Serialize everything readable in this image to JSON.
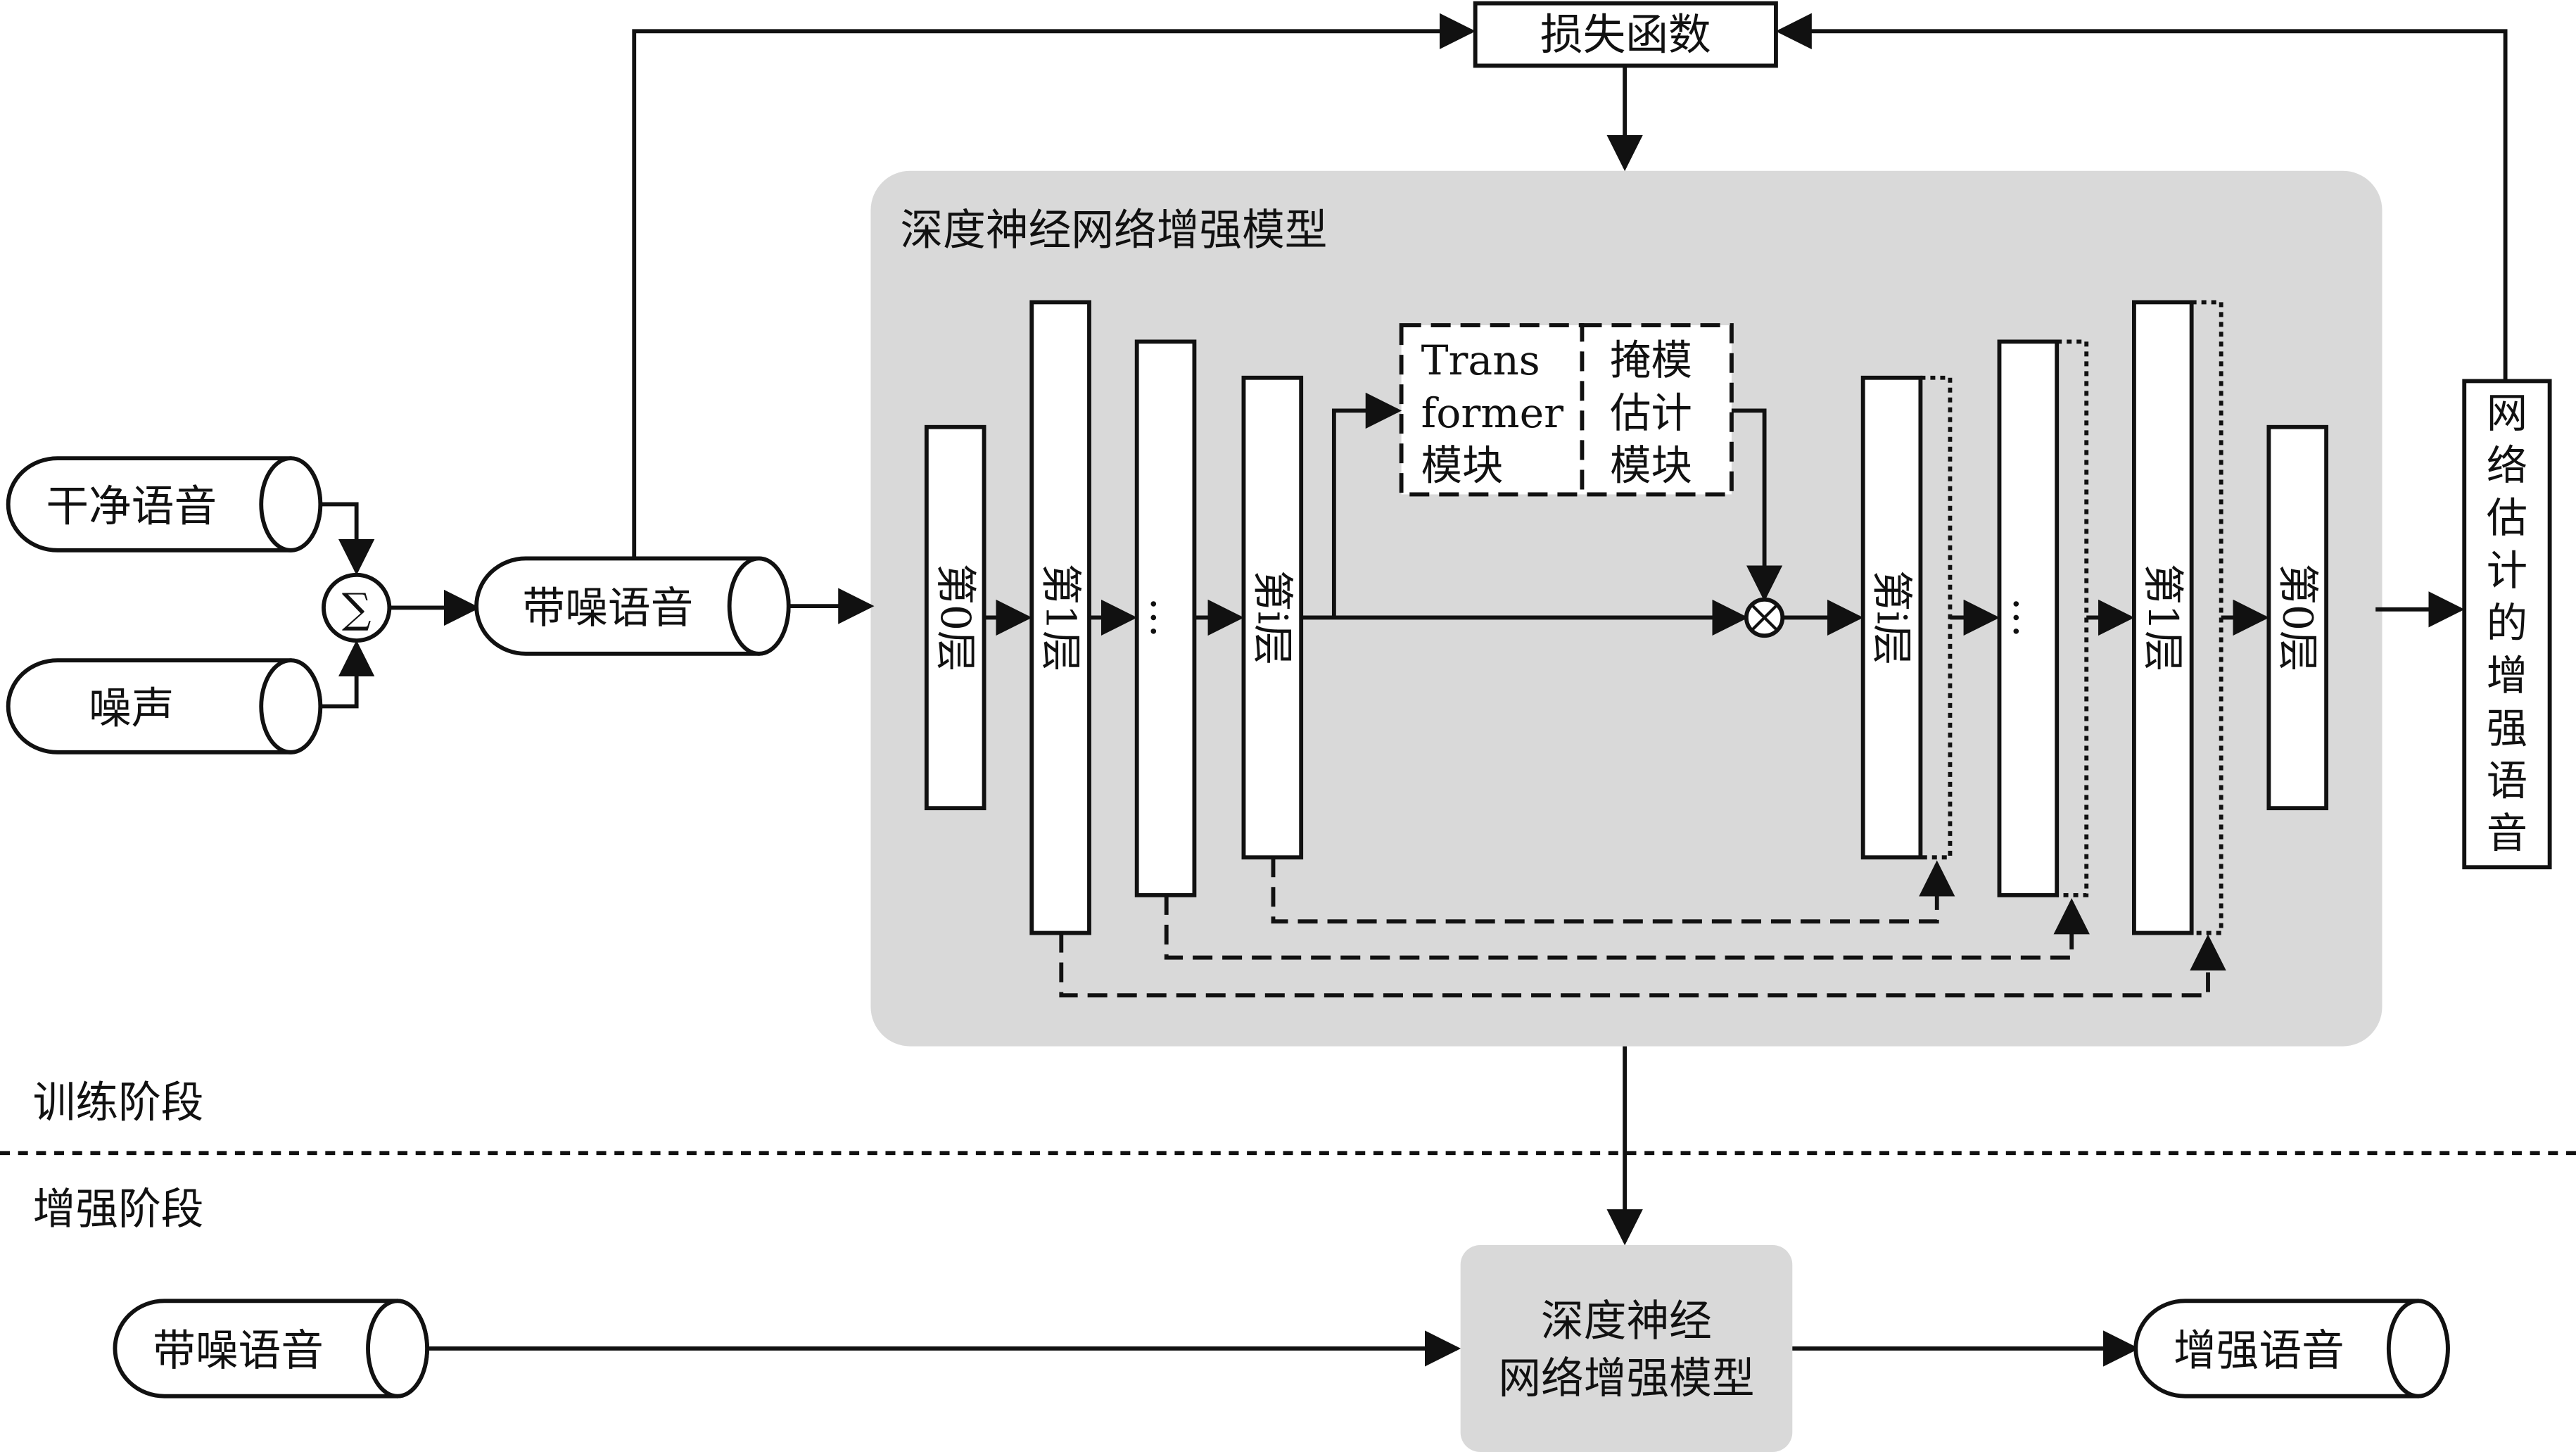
{
  "labels": {
    "loss_function": "损失函数",
    "dnn_panel_title": "深度神经网络增强模型",
    "clean_speech": "干净语音",
    "noise": "噪声",
    "sum_symbol": "∑",
    "noisy_speech_train": "带噪语音",
    "transformer_line1": "Trans",
    "transformer_line2": "former",
    "transformer_line3": "模块",
    "mask_line1": "掩模",
    "mask_line2": "估计",
    "mask_line3": "模块",
    "multiply_symbol": "⊗",
    "network_output_chars": [
      "网",
      "络",
      "估",
      "计",
      "的",
      "增",
      "强",
      "语",
      "音"
    ],
    "training_stage": "训练阶段",
    "enhancement_stage": "增强阶段",
    "noisy_speech_enh": "带噪语音",
    "dnn_box_line1": "深度神经",
    "dnn_box_line2": "网络增强模型",
    "enhanced_speech": "增强语音"
  },
  "encoder_layers": [
    "第0层",
    "第1层",
    "…",
    "第i层"
  ],
  "decoder_layers": [
    "第i层",
    "…",
    "第1层",
    "第0层"
  ],
  "colors": {
    "panel_fill": "#d9d9d9",
    "line": "#111111",
    "box_fill": "#ffffff"
  }
}
